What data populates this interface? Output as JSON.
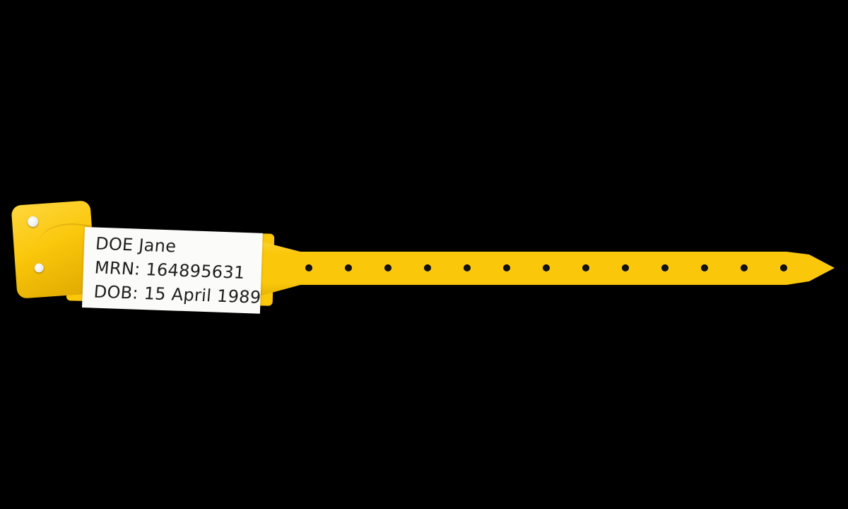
{
  "colors": {
    "background": "#000000",
    "band": "#fac70b",
    "band_light": "#ffd73e",
    "band_dark": "#e0a900",
    "label_bg": "#fbfbf9",
    "ink": "#1f1f1f",
    "hole": "#151310",
    "snap": "#f0f0f0"
  },
  "wristband": {
    "label": {
      "line1": "DOE Jane",
      "line2": "MRN: 164895631",
      "line3": "DOB: 15 April 1989"
    },
    "holes": {
      "count": 13
    }
  }
}
